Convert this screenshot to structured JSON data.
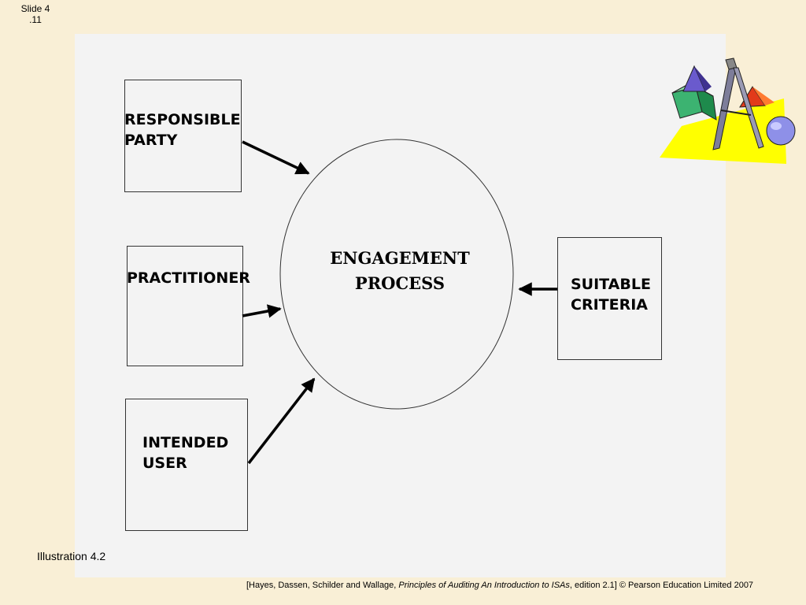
{
  "slide": {
    "number_line1": "Slide 4",
    "number_line2": ".11"
  },
  "diagram": {
    "center": {
      "line1": "ENGAGEMENT",
      "line2": "PROCESS"
    },
    "boxes": {
      "responsible_party": {
        "line1": "RESPONSIBLE",
        "line2": "PARTY"
      },
      "practitioner": {
        "line1": "PRACTITIONER"
      },
      "intended_user": {
        "line1": "INTENDED",
        "line2": "USER"
      },
      "suitable_criteria": {
        "line1": "SUITABLE",
        "line2": "CRITERIA"
      }
    }
  },
  "caption": "Illustration 4.2",
  "citation": {
    "prefix": "[Hayes, Dassen, Schilder and Wallage, ",
    "title": "Principles of Auditing An Introduction to ISAs",
    "suffix": ", edition 2.1] © Pearson Education Limited 2007"
  },
  "clipart": {
    "icon": "geometry-shapes-compass-icon",
    "colors": {
      "yellow": "#ffff00",
      "green": "#3cb371",
      "blue": "#6a5acd",
      "red": "#e23a1a"
    }
  }
}
